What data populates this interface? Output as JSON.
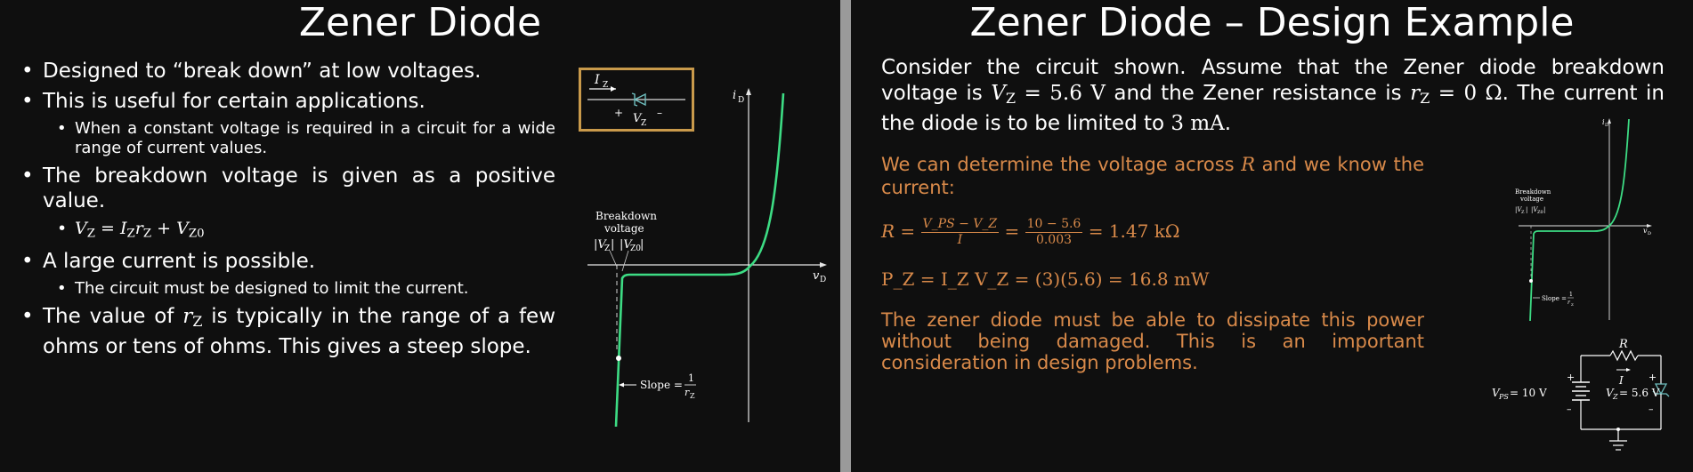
{
  "left_slide": {
    "title": "Zener Diode",
    "bullets": [
      {
        "level": 1,
        "text": "Designed to “break down” at low voltages."
      },
      {
        "level": 1,
        "text": "This is useful for certain applications."
      },
      {
        "level": 2,
        "text": "When a constant voltage is required in a circuit for a wide range of current values."
      },
      {
        "level": 1,
        "text": "The breakdown voltage is given as a positive value."
      },
      {
        "level": 2,
        "math": true,
        "text": "V_Z = I_Z r_Z + V_Z0"
      },
      {
        "level": 1,
        "text": "A large current is possible."
      },
      {
        "level": 2,
        "text": "The circuit must be designed to limit the current."
      },
      {
        "level": 1,
        "text": "The value of r_Z is typically in the range of a few ohms or tens of ohms. This gives a steep slope."
      }
    ],
    "symbol_box": {
      "current_label": "I",
      "current_sub": "Z",
      "plus": "+",
      "minus": "–",
      "voltage_label": "V",
      "voltage_sub": "Z"
    },
    "graph": {
      "y_axis_label": "i",
      "y_axis_sub": "D",
      "x_axis_label": "v",
      "x_axis_sub": "D",
      "breakdown_line1": "Breakdown",
      "breakdown_line2": "voltage",
      "vz_label": "|V",
      "vz_sub": "Z",
      "vz0_label": "|V",
      "vz0_sub": "Z0",
      "bar": "|",
      "slope_text": "Slope =",
      "slope_num": "1",
      "slope_den": "r",
      "slope_den_sub": "Z",
      "curve_color": "#3ddc84"
    }
  },
  "right_slide": {
    "title": "Zener Diode – Design Example",
    "problem_text": "Consider the circuit shown. Assume that the Zener diode breakdown voltage is V_Z = 5.6 V and the Zener resistance is r_Z = 0 Ω. The current in the diode is to be limited to 3 mA.",
    "problem_parts": {
      "p1": "Consider the circuit shown. Assume that the Zener diode breakdown voltage is ",
      "vz_eq": "= 5.6 V",
      "p2": " and the Zener resistance is ",
      "rz_eq": "= 0 Ω",
      "p3": ". The current in the diode is to be limited to ",
      "current": "3 mA",
      "p4": "."
    },
    "solution_intro_a": "We can determine the voltage across ",
    "solution_intro_r": "R",
    "solution_intro_b": " and we know the current:",
    "eq_r": {
      "lhs": "R =",
      "frac1_num": "V_PS − V_Z",
      "frac1_den": "I",
      "eq": "=",
      "frac2_num": "10 − 5.6",
      "frac2_den": "0.003",
      "result": "= 1.47 kΩ"
    },
    "eq_p": "P_Z = I_Z V_Z = (3)(5.6) = 16.8 mW",
    "conclusion": "The zener diode must be able to dissipate this power without being damaged. This is an important consideration in design problems.",
    "mini_graph": {
      "y_axis_label": "i",
      "y_axis_sub": "D",
      "x_axis_label": "v",
      "x_axis_sub": "D",
      "breakdown_line1": "Breakdown",
      "breakdown_line2": "voltage",
      "vz_label": "|V",
      "vz_sub": "Z",
      "vz0_label": "|V",
      "vz0_sub": "Z0",
      "bar": "|",
      "slope_text": "Slope =",
      "slope_num": "1",
      "slope_den": "r",
      "slope_den_sub": "Z"
    },
    "circuit": {
      "r_label": "R",
      "i_label": "I",
      "vps_label": "V",
      "vps_sub": "PS",
      "vps_value": "= 10 V",
      "vz_label": "V",
      "vz_sub": "Z",
      "vz_value": "= 5.6 V",
      "plus": "+",
      "minus": "–"
    }
  },
  "colors": {
    "background": "#0f0f0f",
    "text": "#ffffff",
    "accent": "#d98a4a",
    "symbol_box": "#c99a4b",
    "curve": "#3ddc84"
  }
}
